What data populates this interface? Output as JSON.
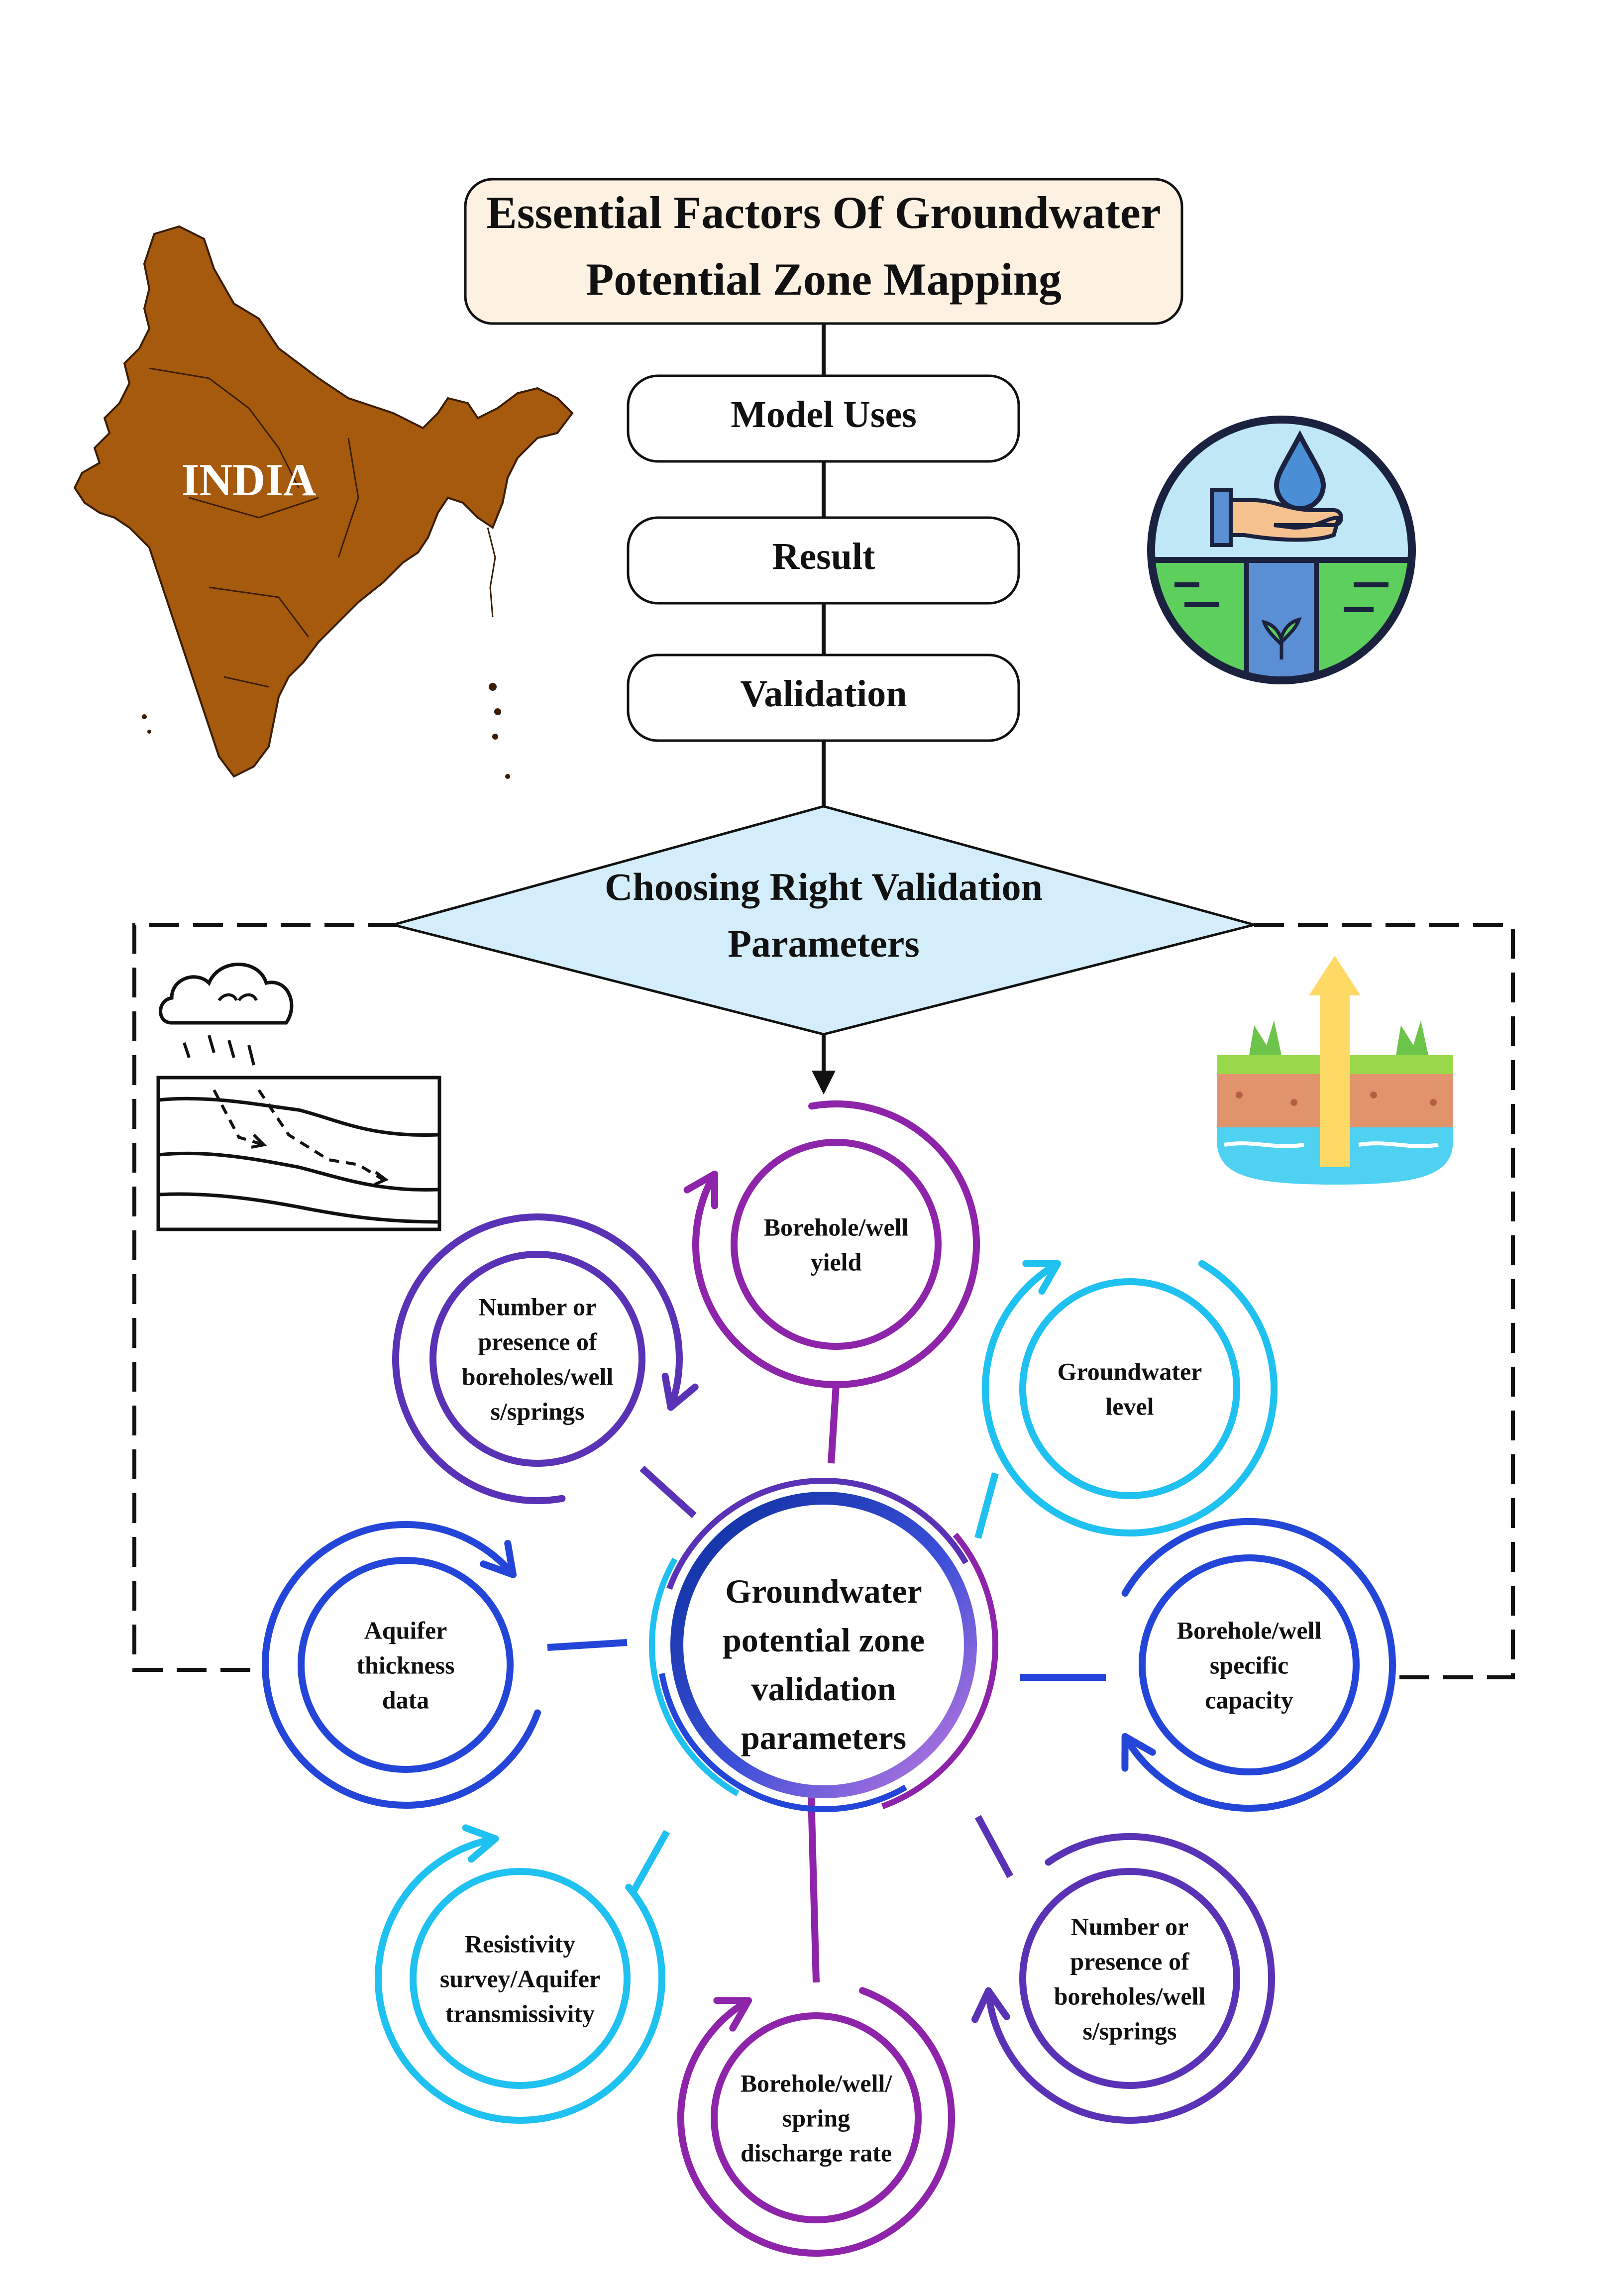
{
  "title": {
    "line1": "Essential Factors Of Groundwater",
    "line2": "Potential Zone Mapping"
  },
  "map": {
    "label": "INDIA"
  },
  "steps": [
    {
      "label": "Model Uses"
    },
    {
      "label": "Result"
    },
    {
      "label": "Validation"
    }
  ],
  "decision": {
    "line1": "Choosing Right Validation",
    "line2": "Parameters"
  },
  "center": {
    "lines": [
      "Groundwater",
      "potential zone",
      "validation",
      "parameters"
    ]
  },
  "nodes": [
    {
      "id": "borehole-well-yield",
      "lines": [
        "Borehole/well",
        "yield"
      ],
      "color": "#8e24aa"
    },
    {
      "id": "groundwater-level",
      "lines": [
        "Groundwater",
        "level"
      ],
      "color": "#1ec1f0"
    },
    {
      "id": "borehole-well-specific-capacity",
      "lines": [
        "Borehole/well",
        "specific",
        "capacity"
      ],
      "color": "#2446d8"
    },
    {
      "id": "number-or-presence-right",
      "lines": [
        "Number or",
        "presence of",
        "boreholes/well",
        "s/springs"
      ],
      "color": "#5a32b6"
    },
    {
      "id": "borehole-well-spring-discharge-rate",
      "lines": [
        "Borehole/well/",
        "spring",
        "discharge rate"
      ],
      "color": "#8e24aa"
    },
    {
      "id": "resistivity-survey-aquifer-transmissivity",
      "lines": [
        "Resistivity",
        "survey/Aquifer",
        "transmissivity"
      ],
      "color": "#1ec1f0"
    },
    {
      "id": "aquifer-thickness-data",
      "lines": [
        "Aquifer",
        "thickness",
        "data"
      ],
      "color": "#2446d8"
    },
    {
      "id": "number-or-presence-left",
      "lines": [
        "Number or",
        "presence of",
        "boreholes/well",
        "s/springs"
      ],
      "color": "#5a32b6"
    }
  ],
  "icons": [
    "india-map-icon",
    "water-hand-icon",
    "rain-infiltration-icon",
    "groundwater-well-icon"
  ],
  "colors": {
    "title_fill": "#fdf1e1",
    "diamond_fill": "#d4edfb",
    "map_fill": "#a65a0d",
    "purple": "#8e24aa",
    "cyan": "#1ec1f0",
    "blue": "#2446d8",
    "violet": "#5a32b6"
  }
}
